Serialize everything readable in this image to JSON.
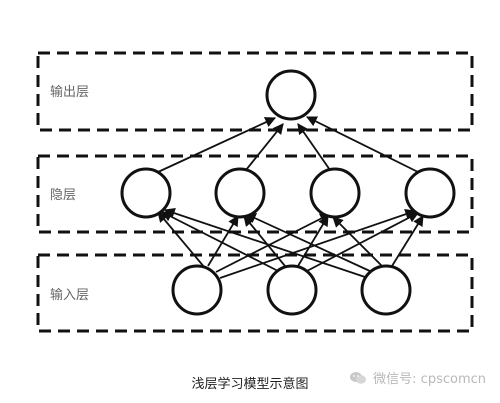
{
  "layers": {
    "output": {
      "label": "输出层",
      "nodes": 1
    },
    "hidden": {
      "label": "隐层",
      "nodes": 4
    },
    "input": {
      "label": "输入层",
      "nodes": 3
    }
  },
  "caption": "浅层学习模型示意图",
  "watermark": {
    "text": "微信号: cpscomcn",
    "icon": "wechat-icon"
  }
}
